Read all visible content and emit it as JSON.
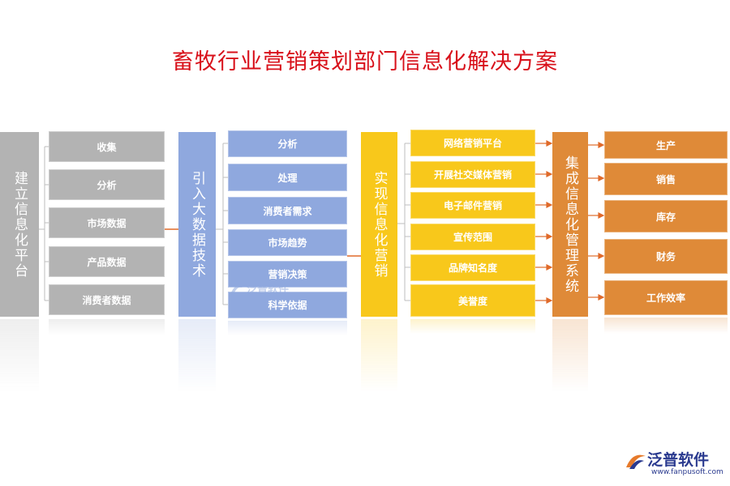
{
  "title": "畜牧行业营销策划部门信息化解决方案",
  "columns": [
    {
      "label": "建立信息化平台",
      "color": "#b3b3b3",
      "items": [
        "收集",
        "分析",
        "市场数据",
        "产品数据",
        "消费者数据"
      ]
    },
    {
      "label": "引入大数据技术",
      "color": "#8fa8de",
      "items": [
        "分析",
        "处理",
        "消费者需求",
        "市场趋势",
        "营销决策",
        "科学依据"
      ]
    },
    {
      "label": "实现信息化营销",
      "color": "#f8c81b",
      "items": [
        "网络营销平台",
        "开展社交媒体营销",
        "电子邮件营销",
        "宣传范围",
        "品牌知名度",
        "美誉度"
      ]
    },
    {
      "label": "集成信息化管理系统",
      "color": "#df8a38",
      "items": [
        "生产",
        "销售",
        "库存",
        "财务",
        "工作效率"
      ]
    }
  ],
  "watermark": "泛普软件",
  "logo": {
    "name": "泛普软件",
    "url": "www.fanpusoft.com"
  }
}
